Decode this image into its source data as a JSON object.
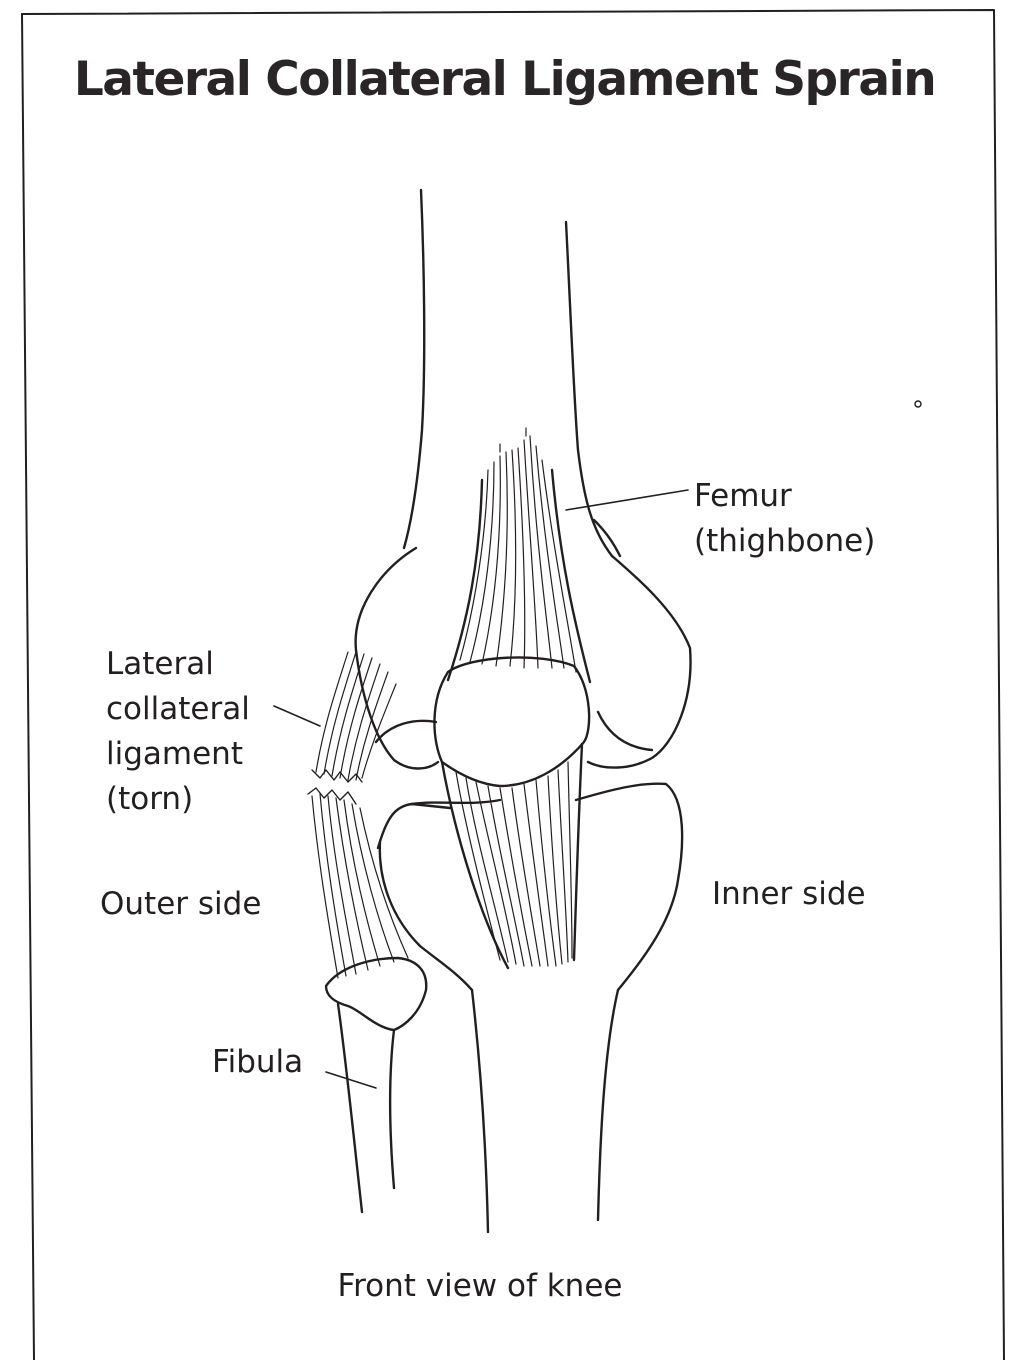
{
  "diagram": {
    "title": "Lateral Collateral Ligament Sprain",
    "labels": {
      "femur": "Femur\n(thighbone)",
      "ligament": "Lateral\ncollateral\nligament\n(torn)",
      "outer_side": "Outer side",
      "inner_side": "Inner side",
      "fibula": "Fibula"
    },
    "caption": "Front view of knee",
    "colors": {
      "ink": "#231f20",
      "paper": "#ffffff"
    }
  }
}
